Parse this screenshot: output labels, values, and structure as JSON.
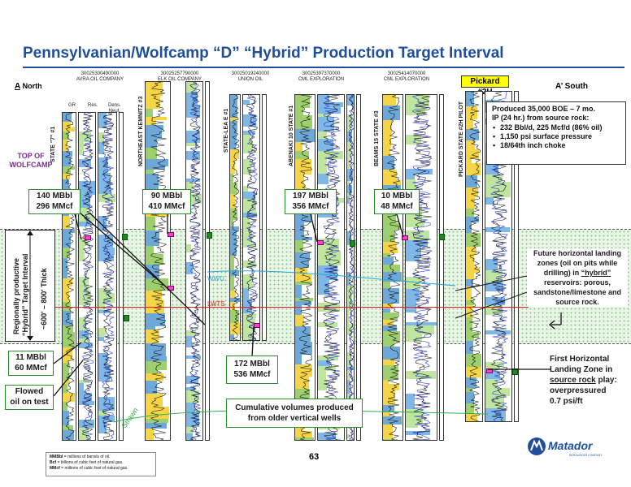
{
  "title": "Pennsylvanian/Wolfcamp “D” “Hybrid” Production Target Interval",
  "section_ends": {
    "left_letter": "A",
    "left_dir": "North",
    "right_label": "A’ South"
  },
  "wells": [
    {
      "api": "30025300490000",
      "operator": "AVRA OIL COMPANY",
      "name": "STATE \"7\" #1"
    },
    {
      "api": "30025257790000",
      "operator": "ELK OIL COMPANY",
      "name": "NORTHEAST KEMNITZ #3"
    },
    {
      "api": "30025019240000",
      "operator": "UNION OIL",
      "name": "STATE-LEA E #1"
    },
    {
      "api": "30025397370000",
      "operator": "CML EXPLORATION",
      "name": "ABENAKI 10 STATE #1"
    },
    {
      "api": "30025414070000",
      "operator": "CML EXPLORATION",
      "name": "BEAMS 15 STATE #3"
    },
    {
      "api": "",
      "operator": "",
      "name": "PICKARD STATE #2H PILOT"
    }
  ],
  "log_columns": {
    "gr": "GR",
    "res": "Res.",
    "dens": "Dens.",
    "neut": "Neut."
  },
  "pickard_label": "Pickard #2H",
  "production_box": {
    "line1": "Produced 35,000 BOE – 7 mo.",
    "line2": "IP (24 hr.) from source rock:",
    "bullets": [
      "232 Bbl/d, 225 Mcf/d (86% oil)",
      "1,150 psi surface pressure",
      "18/64th inch choke"
    ]
  },
  "top_wolfcamp": {
    "line1": "TOP OF",
    "line2": "WOLFCAMP"
  },
  "callouts": [
    {
      "line1": "140 MBbl",
      "line2": "296 MMcf"
    },
    {
      "line1": "90 MBbl",
      "line2": "410 MMcf"
    },
    {
      "line1": "197 MBbl",
      "line2": "356 MMcf"
    },
    {
      "line1": "10 MBbl",
      "line2": "48 MMcf"
    },
    {
      "line1": "11 MBbl",
      "line2": "60 MMcf"
    },
    {
      "line1": "Flowed",
      "line2": "oil on test"
    },
    {
      "line1": "172 MBbl",
      "line2": "536 MMcf"
    }
  ],
  "cumulative_note": {
    "line1": "Cumulative volumes produced",
    "line2": "from older vertical wells"
  },
  "target_interval": {
    "line1": "Regionally productive",
    "line2": "“Hybrid” Target Interval",
    "thickness": "~600' – 800' Thick"
  },
  "future_zones": {
    "line1": "Future horizontal landing",
    "line2": "zones (oil on pits while",
    "line3_pre": "drilling) in ",
    "line3_u": "“hybrid”",
    "line4": "reservoirs: porous,",
    "line5": "sandstone/limestone and",
    "line6": "source rock."
  },
  "first_zone": {
    "line1": "First Horizontal",
    "line2": "Landing Zone in",
    "line3_u": "source rock",
    "line3_post": " play:",
    "line4": "overpressured",
    "line5": "0.7 psi/ft"
  },
  "markers": {
    "wolf": "WWU",
    "lwts": "LWTS",
    "strawn": "Strawn"
  },
  "footnote": [
    {
      "abbr": "MMBbl",
      "def": " = millions of barrels of oil."
    },
    {
      "abbr": "Bcf",
      "def": " = billions of cubic feet of natural gas."
    },
    {
      "abbr": "MMcf",
      "def": " = millions of cubic feet of natural gas."
    }
  ],
  "page_number": "63",
  "logo_text": "Matador",
  "logo_sub": "RESOURCES COMPANY",
  "colors": {
    "title_blue": "#1f4e9c",
    "callout_green": "#2e8b2e",
    "highlight_yellow": "#ffff00",
    "lwts_red": "#e02020",
    "wolf_cyan": "#22a6d8",
    "wolfcamp_purple": "#7b2c8f"
  }
}
